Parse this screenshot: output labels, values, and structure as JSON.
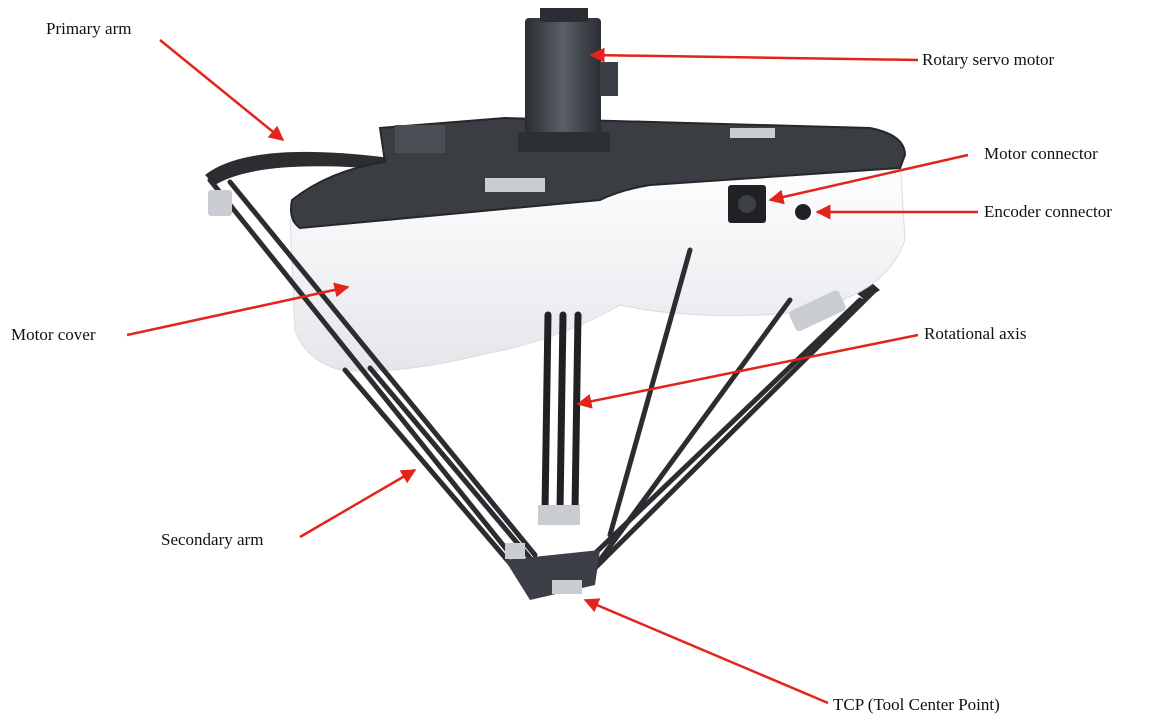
{
  "labels": {
    "primary_arm": "Primary arm",
    "rotary_servo_motor": "Rotary servo motor",
    "motor_connector": "Motor connector",
    "encoder_connector": "Encoder connector",
    "motor_cover": "Motor cover",
    "rotational_axis": "Rotational axis",
    "secondary_arm": "Secondary arm",
    "tcp": "TCP (Tool Center Point)"
  },
  "colors": {
    "arrow": "#e3241b",
    "label_text": "#111111",
    "frame": "#3a3d42",
    "frame_edge": "#25272b",
    "cover": "#f3f4f6",
    "carbon": "#2b2d31",
    "motor": "#3b3f45",
    "metal": "#c9ccd1"
  }
}
